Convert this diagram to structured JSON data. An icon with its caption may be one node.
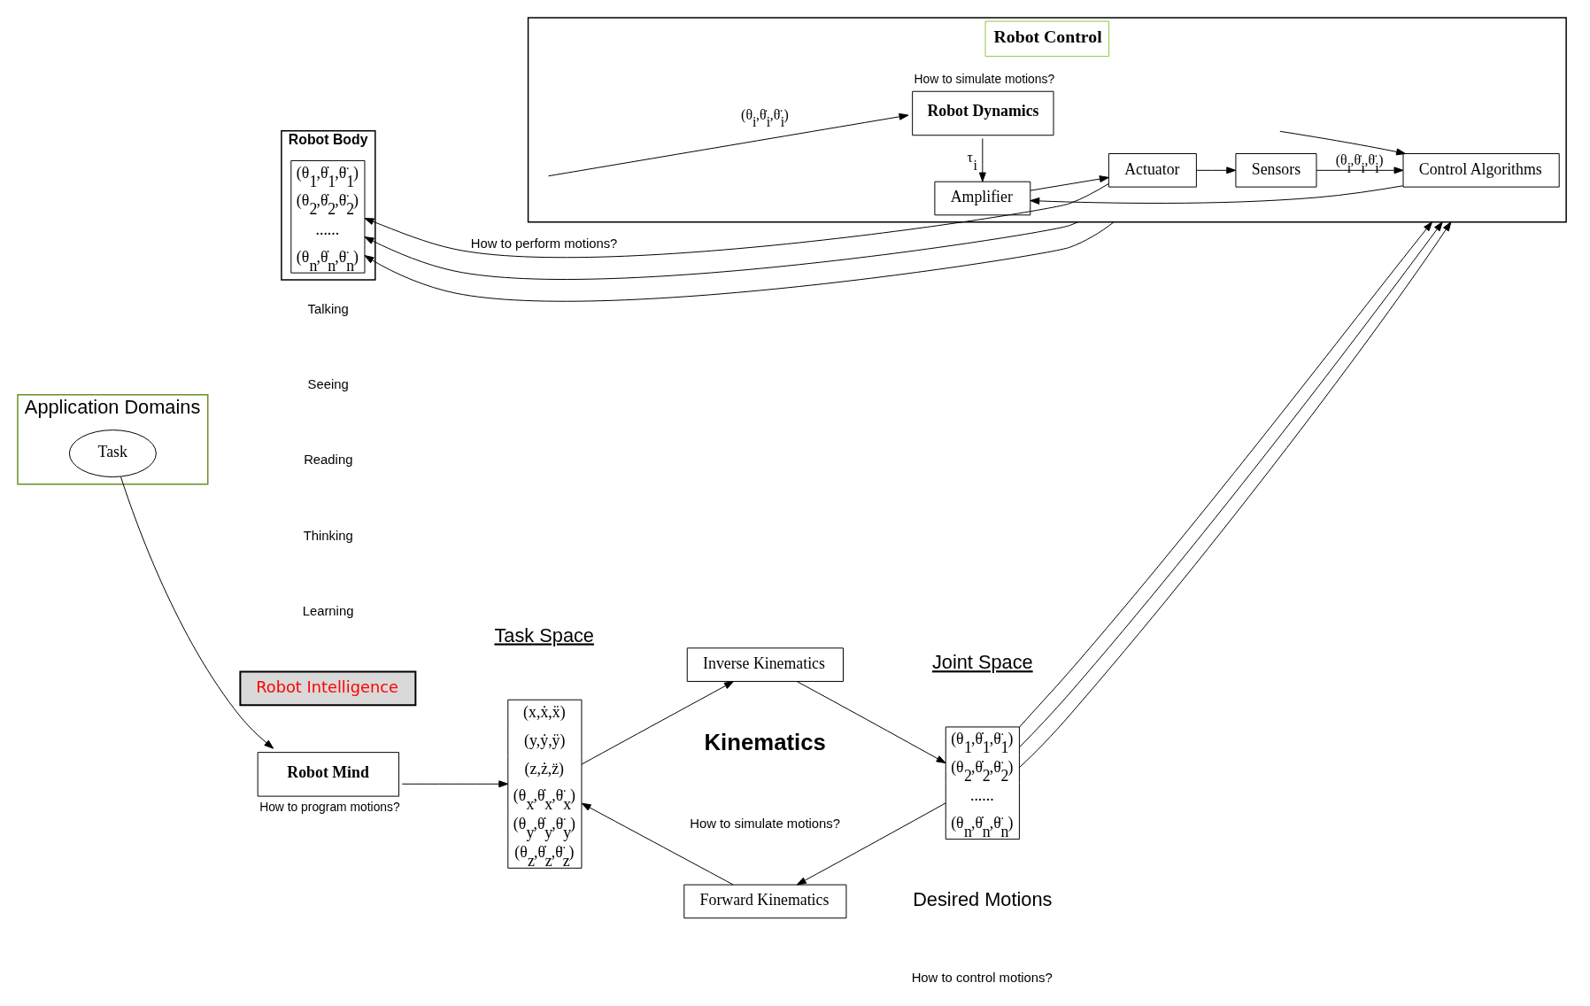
{
  "diagram": {
    "nodes": [
      {
        "text": [
          "Application Domains"
        ]
      },
      {
        "text": [
          "Task"
        ],
        "in": 0
      },
      {
        "text": [
          "Robot Body"
        ]
      },
      {
        "text": [
          "(θ$_{1}$,θ̇$_{1}$,θ̈$_{1}$) (θ$_{2}$,θ̇$_{2}$,θ̈$_{2}$) ...... (θ$_{n}$,θ̇$_{n}$,θ̈$_{n}$)"
        ],
        "in": 2
      },
      {
        "text": [
          "Robot Intelligence"
        ]
      },
      {
        "text": [
          "Robot Mind"
        ],
        "beside": [
          "How to program motions?"
        ]
      },
      {
        "text": [
          "(x,ẋ,ẍ) (y,ẏ,ÿ) (z,ż,z̈) (θ$_{x}$,θ̇$_{x}$,θ̈$_{x}$) (θ$_{y}$,θ̇$_{y}$,θ̈$_{y}$) (θ$_{z}$,θ̇$_{z}$,θ̈$_{z}$)"
        ]
      },
      {
        "text": [
          "Inverse Kinematics"
        ]
      },
      {
        "text": [
          "Forward Kinematics"
        ]
      },
      {
        "text": [
          "(θ$_{1}$,θ̇$_{1}$,θ̈$_{1}$) (θ$_{2}$,θ̇$_{2}$,θ̈$_{2}$) ...... (θ$_{n}$,θ̇$_{n}$,θ̈$_{n}$)"
        ]
      },
      {
        "text": [
          "Robot Control"
        ]
      },
      {
        "text": [
          "Robot Dynamics"
        ],
        "in": 10,
        "beside": [
          "How to simulate motions?"
        ]
      },
      {
        "text": [
          "Actuator"
        ],
        "in": 10
      },
      {
        "text": [
          "Amplifier"
        ],
        "in": 10
      },
      {
        "text": [
          "Control Algorithms"
        ],
        "in": 10
      },
      {
        "text": [
          "Sensors"
        ],
        "in": 10
      }
    ],
    "edges": [
      {
        "from": 1,
        "to": 5,
        "arrow": "to"
      },
      {
        "from": 5,
        "to": 6,
        "arrow": "to"
      },
      {
        "from": 6,
        "to": 7,
        "arrow": "to"
      },
      {
        "from": 8,
        "to": 6,
        "arrow": "to"
      },
      {
        "from": 7,
        "to": 9,
        "arrow": "to"
      },
      {
        "from": 9,
        "to": 8,
        "arrow": "to"
      },
      {
        "from": 9,
        "to": 10,
        "arrow": "to"
      },
      {
        "from": 9,
        "to": 10,
        "arrow": "to"
      },
      {
        "from": 9,
        "to": 10,
        "arrow": "to"
      },
      {
        "from": null,
        "to": 11,
        "arrow": "to",
        "label": "(θ$_{i}$,θ̇$_{i}$,θ̈$_{i}$)"
      },
      {
        "from": 11,
        "to": 13,
        "arrow": "to",
        "label": "τ$_{i}$"
      },
      {
        "from": null,
        "to": 14,
        "arrow": "to"
      },
      {
        "from": 14,
        "to": 13,
        "arrow": "to"
      },
      {
        "from": 13,
        "to": 12,
        "arrow": "to"
      },
      {
        "from": 10,
        "to": 3,
        "arrow": "to"
      },
      {
        "from": 10,
        "to": 3,
        "arrow": "to"
      },
      {
        "from": 12,
        "to": 3,
        "arrow": "to"
      },
      {
        "from": 12,
        "to": 15,
        "arrow": "to"
      },
      {
        "from": 15,
        "to": 14,
        "arrow": "to",
        "label": "(θ$_{i}$,θ̇$_{i}$,θ̈$_{i}$)"
      }
    ],
    "labels": [
      "Talking",
      "Seeing",
      "Reading",
      "Thinking",
      "Learning",
      "Task Space",
      "Joint Space",
      "Kinematics",
      "How to simulate motions?",
      "Desired Motions",
      "How to control motions?",
      "How to perform motions?"
    ]
  }
}
